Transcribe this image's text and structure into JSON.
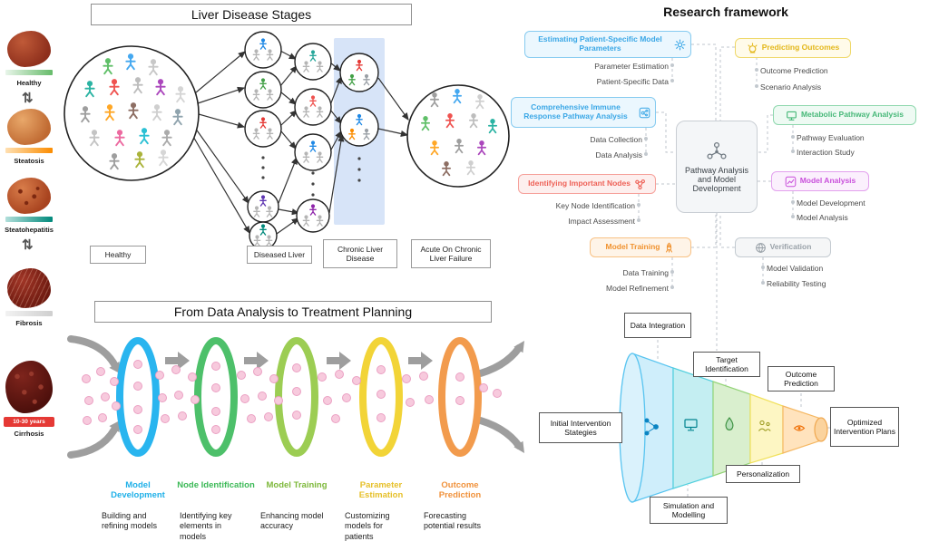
{
  "icons": {
    "updown_arrow": "⇅"
  },
  "liver_panel": {
    "title": "Liver Disease Stages",
    "stages": [
      {
        "label": "Healthy"
      },
      {
        "label": "Steatosis"
      },
      {
        "label": "Steatohepatitis"
      },
      {
        "label": "Fibrosis"
      },
      {
        "label": "Cirrhosis",
        "banner": "10-30 years"
      }
    ],
    "flow_labels": [
      "Healthy",
      "Diseased Liver",
      "Chronic Liver Disease",
      "Acute On Chronic Liver Failure"
    ]
  },
  "pipeline_panel": {
    "title": "From Data Analysis to Treatment Planning",
    "stages": [
      {
        "label": "Model Development",
        "desc": "Building and refining models",
        "color": "#1fb0e8"
      },
      {
        "label": "Node Identification",
        "desc": "Identifying key elements in models",
        "color": "#3cb957"
      },
      {
        "label": "Model Training",
        "desc": "Enhancing model accuracy",
        "color": "#7db83a"
      },
      {
        "label": "Parameter Estimation",
        "desc": "Customizing models for patients",
        "color": "#e6c02a"
      },
      {
        "label": "Outcome Prediction",
        "desc": "Forecasting potential results",
        "color": "#f0923c"
      }
    ]
  },
  "framework_panel": {
    "title": "Research framework",
    "center_label": "Pathway Analysis and Model Development",
    "branches": [
      {
        "label": "Estimating Patient-Specific Model Parameters",
        "color": "#3aa7e6",
        "items": [
          "Parameter Estimation",
          "Patient-Specific Data"
        ]
      },
      {
        "label": "Predicting Outcomes",
        "color": "#e3b719",
        "items": [
          "Outcome Prediction",
          "Scenario Analysis"
        ]
      },
      {
        "label": "Comprehensive Immune Response Pathway Analysis",
        "color": "#3aa7e6",
        "items": [
          "Data Collection",
          "Data Analysis"
        ]
      },
      {
        "label": "Metabolic Pathway Analysis",
        "color": "#46b878",
        "items": [
          "Pathway Evaluation",
          "Interaction Study"
        ]
      },
      {
        "label": "Identifying Important Nodes",
        "color": "#ee6157",
        "items": [
          "Key Node Identification",
          "Impact Assessment"
        ]
      },
      {
        "label": "Model Analysis",
        "color": "#c94fdb",
        "items": [
          "Model Development",
          "Model Analysis"
        ]
      },
      {
        "label": "Model Training",
        "color": "#f0922f",
        "items": [
          "Data Training",
          "Model Refinement"
        ]
      },
      {
        "label": "Verification",
        "color": "#99a1a8",
        "items": [
          "Model Validation",
          "Reliability Testing"
        ]
      }
    ],
    "funnel_labels": [
      "Data Integration",
      "Target Identification",
      "Outcome Prediction",
      "Initial Intervention Stategies",
      "Optimized Intervention Plans",
      "Personalization",
      "Simulation and Modelling"
    ]
  }
}
